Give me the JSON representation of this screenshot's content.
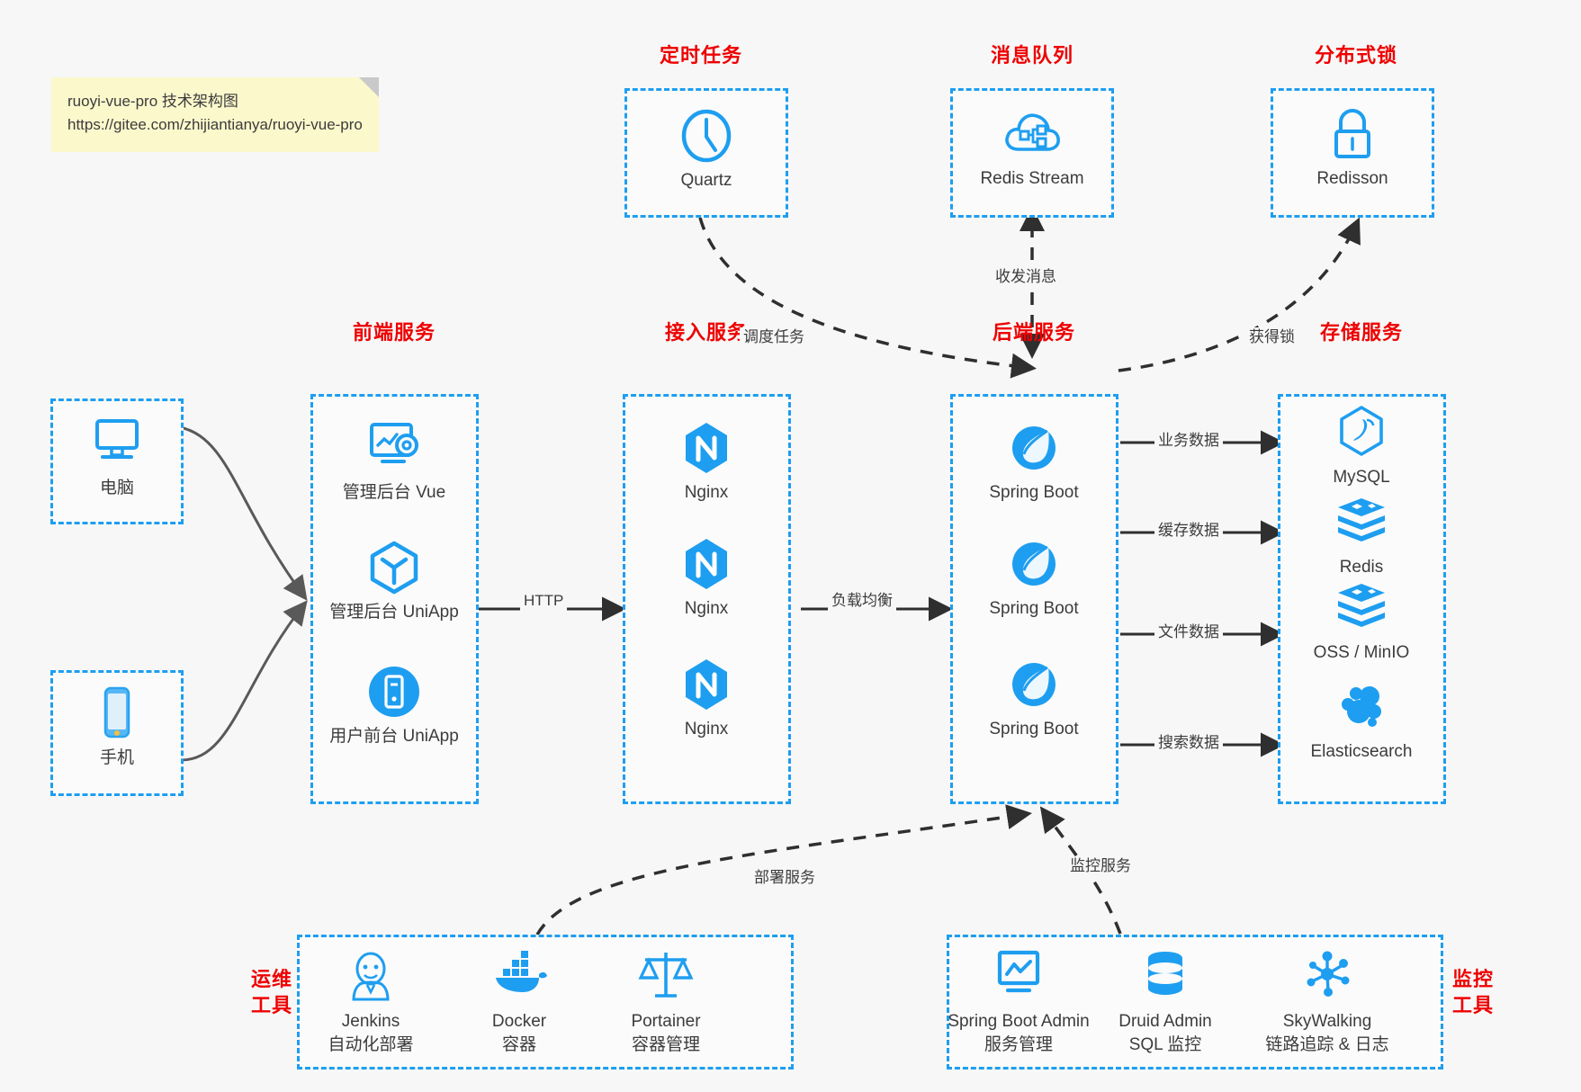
{
  "note": {
    "line1": "ruoyi-vue-pro 技术架构图",
    "line2": "https://gitee.com/zhijiantianya/ruoyi-vue-pro"
  },
  "colors": {
    "accent_blue": "#1e9ef0",
    "caption_red": "#ef0000",
    "note_yellow": "#fbf8cc",
    "arrow_gray": "#333333",
    "client_arrow": "#555555",
    "background": "#f7f7f7"
  },
  "captions": {
    "scheduled_task": "定时任务",
    "message_queue": "消息队列",
    "distributed_lock": "分布式锁",
    "frontend_service": "前端服务",
    "gateway_service": "接入服务",
    "backend_service": "后端服务",
    "storage_service": "存储服务",
    "devops_tools": "运维\n工具",
    "devops_tools_l1": "运维",
    "devops_tools_l2": "工具",
    "monitor_tools_l1": "监控",
    "monitor_tools_l2": "工具"
  },
  "clients": [
    {
      "icon": "desktop-computer-icon",
      "label": "电脑"
    },
    {
      "icon": "mobile-phone-icon",
      "label": "手机"
    }
  ],
  "top_groups": [
    {
      "caption": "定时任务",
      "nodes": [
        {
          "icon": "clock-icon",
          "label": "Quartz"
        }
      ]
    },
    {
      "caption": "消息队列",
      "nodes": [
        {
          "icon": "cloud-stream-icon",
          "label": "Redis Stream"
        }
      ]
    },
    {
      "caption": "分布式锁",
      "nodes": [
        {
          "icon": "lock-icon",
          "label": "Redisson"
        }
      ]
    }
  ],
  "frontend": {
    "caption": "前端服务",
    "nodes": [
      {
        "icon": "admin-dashboard-icon",
        "label": "管理后台 Vue"
      },
      {
        "icon": "uniapp-cube-icon",
        "label": "管理后台 UniApp"
      },
      {
        "icon": "mobile-app-icon",
        "label": "用户前台 UniApp"
      }
    ]
  },
  "gateway": {
    "caption": "接入服务",
    "nodes": [
      {
        "icon": "nginx-icon",
        "label": "Nginx"
      },
      {
        "icon": "nginx-icon",
        "label": "Nginx"
      },
      {
        "icon": "nginx-icon",
        "label": "Nginx"
      }
    ]
  },
  "backend": {
    "caption": "后端服务",
    "nodes": [
      {
        "icon": "spring-boot-icon",
        "label": "Spring Boot"
      },
      {
        "icon": "spring-boot-icon",
        "label": "Spring Boot"
      },
      {
        "icon": "spring-boot-icon",
        "label": "Spring Boot"
      }
    ]
  },
  "storage": {
    "caption": "存储服务",
    "nodes": [
      {
        "icon": "mysql-dolphin-icon",
        "label": "MySQL"
      },
      {
        "icon": "redis-stack-icon",
        "label": "Redis"
      },
      {
        "icon": "oss-minio-icon",
        "label": "OSS / MinIO"
      },
      {
        "icon": "elasticsearch-icon",
        "label": "Elasticsearch"
      }
    ]
  },
  "devops": {
    "caption_l1": "运维",
    "caption_l2": "工具",
    "nodes": [
      {
        "icon": "jenkins-butler-icon",
        "label": "Jenkins",
        "sub": "自动化部署"
      },
      {
        "icon": "docker-whale-icon",
        "label": "Docker",
        "sub": "容器"
      },
      {
        "icon": "portainer-scales-icon",
        "label": "Portainer",
        "sub": "容器管理"
      }
    ]
  },
  "monitor": {
    "caption_l1": "监控",
    "caption_l2": "工具",
    "nodes": [
      {
        "icon": "spring-boot-admin-monitor-icon",
        "label": "Spring Boot Admin",
        "sub": "服务管理"
      },
      {
        "icon": "druid-database-icon",
        "label": "Druid Admin",
        "sub": "SQL 监控"
      },
      {
        "icon": "skywalking-node-icon",
        "label": "SkyWalking",
        "sub": "链路追踪 & 日志"
      }
    ]
  },
  "edges": [
    {
      "id": "http",
      "label": "HTTP"
    },
    {
      "id": "load-balance",
      "label": "负载均衡"
    },
    {
      "id": "schedule-task",
      "label": "调度任务"
    },
    {
      "id": "send-receive-message",
      "label": "收发消息"
    },
    {
      "id": "acquire-lock",
      "label": "获得锁"
    },
    {
      "id": "business-data",
      "label": "业务数据"
    },
    {
      "id": "cache-data",
      "label": "缓存数据"
    },
    {
      "id": "file-data",
      "label": "文件数据"
    },
    {
      "id": "search-data",
      "label": "搜索数据"
    },
    {
      "id": "deploy-service",
      "label": "部署服务"
    },
    {
      "id": "monitor-service",
      "label": "监控服务"
    }
  ]
}
